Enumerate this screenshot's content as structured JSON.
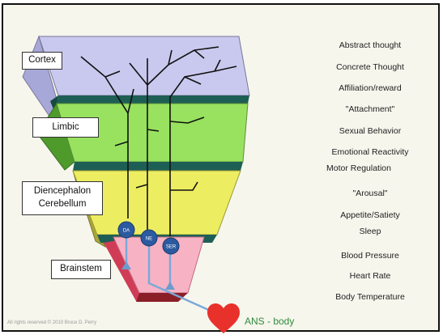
{
  "levels": [
    {
      "name": "Cortex"
    },
    {
      "name": "Limbic"
    },
    {
      "name": "Diencephalon",
      "name2": "Cerebellum"
    },
    {
      "name": "Brainstem"
    }
  ],
  "functions": [
    "Abstract thought",
    "Concrete Thought",
    "Affiliation/reward",
    "\"Attachment\"",
    "Sexual Behavior",
    "Emotional Reactivity",
    "Motor Regulation",
    "\"Arousal\"",
    "Appetite/Satiety",
    "Sleep",
    "Blood Pressure",
    "Heart Rate",
    "Body Temperature"
  ],
  "neurotransmitters": [
    "DA",
    "NE",
    "SER"
  ],
  "body_label": "ANS - body",
  "copyright": "All rights reserved © 2010 Bruce D. Perry",
  "colors": {
    "cortex": "#c9c9ef",
    "limbic": "#98e25f",
    "diencephalon": "#eded62",
    "brainstem": "#f7b3c4",
    "band": "#1e5f55",
    "nt_circle": "#2c5aa0",
    "heart": "#e8312b",
    "body_text": "#2e8b3a"
  }
}
